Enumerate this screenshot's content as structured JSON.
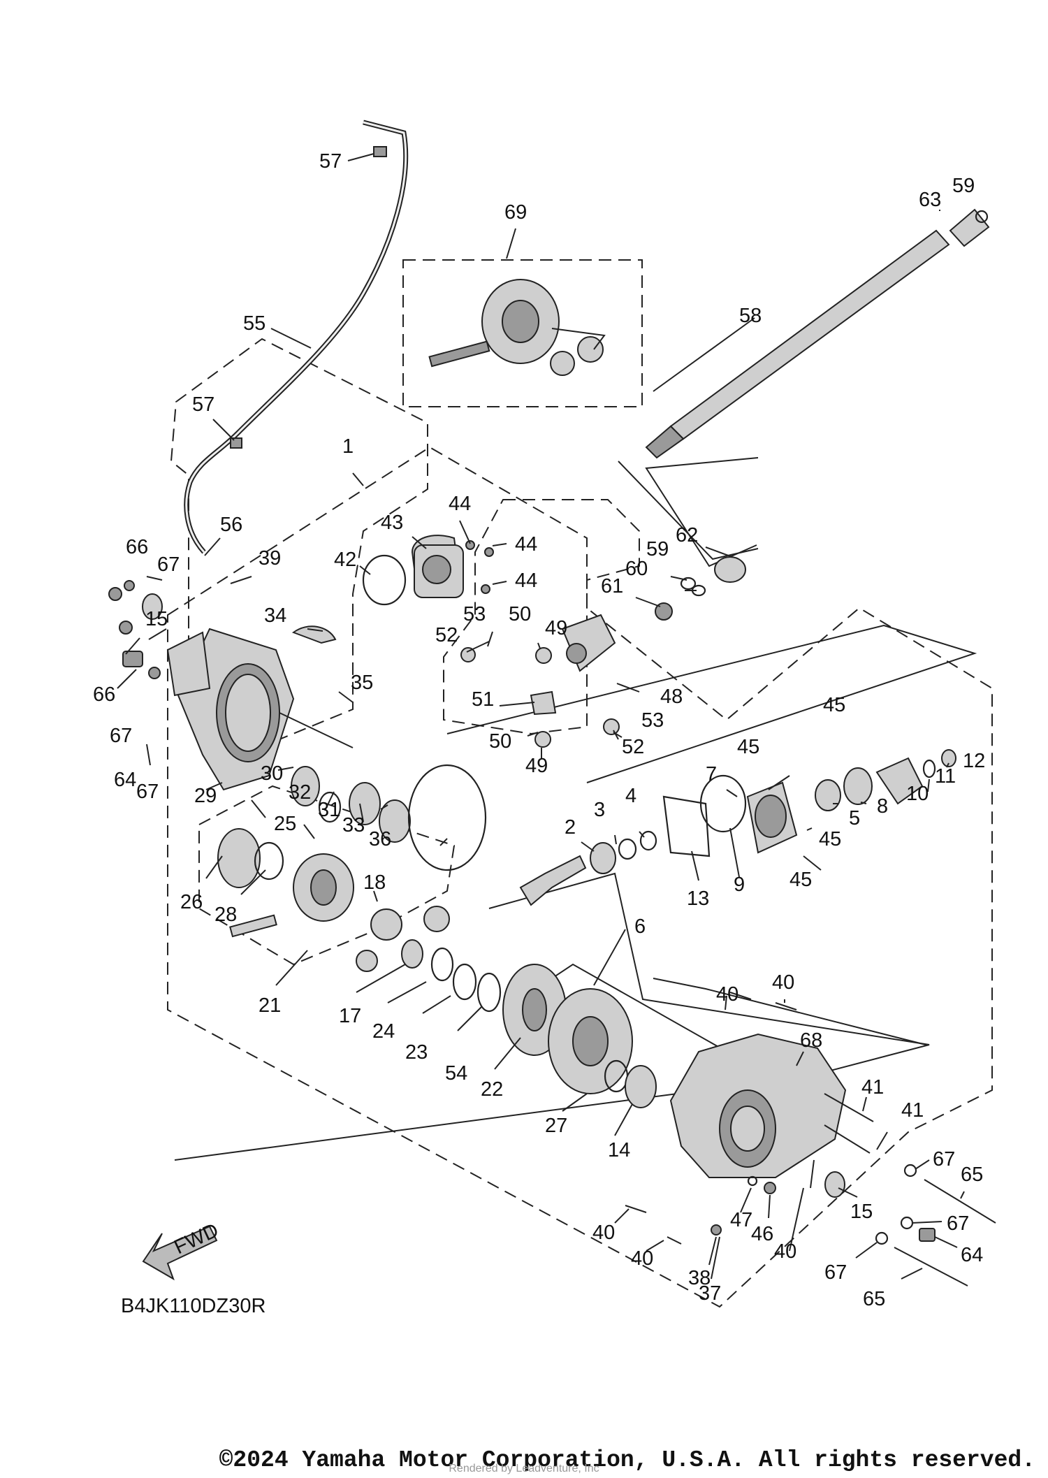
{
  "diagram": {
    "code": "B4JK110DZ30R",
    "fwd_label": "FWD",
    "callouts": [
      {
        "id": "c57a",
        "label": "57"
      },
      {
        "id": "c55",
        "label": "55"
      },
      {
        "id": "c57b",
        "label": "57"
      },
      {
        "id": "c56",
        "label": "56"
      },
      {
        "id": "c69",
        "label": "69"
      },
      {
        "id": "c63",
        "label": "63"
      },
      {
        "id": "c59a",
        "label": "59"
      },
      {
        "id": "c58",
        "label": "58"
      },
      {
        "id": "c1",
        "label": "1"
      },
      {
        "id": "c43",
        "label": "43"
      },
      {
        "id": "c44a",
        "label": "44"
      },
      {
        "id": "c44b",
        "label": "44"
      },
      {
        "id": "c44c",
        "label": "44"
      },
      {
        "id": "c42",
        "label": "42"
      },
      {
        "id": "c62",
        "label": "62"
      },
      {
        "id": "c59b",
        "label": "59"
      },
      {
        "id": "c60",
        "label": "60"
      },
      {
        "id": "c61",
        "label": "61"
      },
      {
        "id": "c66a",
        "label": "66"
      },
      {
        "id": "c67a",
        "label": "67"
      },
      {
        "id": "c39",
        "label": "39"
      },
      {
        "id": "c34",
        "label": "34"
      },
      {
        "id": "c15a",
        "label": "15"
      },
      {
        "id": "c52a",
        "label": "52"
      },
      {
        "id": "c53a",
        "label": "53"
      },
      {
        "id": "c50a",
        "label": "50"
      },
      {
        "id": "c49a",
        "label": "49"
      },
      {
        "id": "c66b",
        "label": "66"
      },
      {
        "id": "c67b",
        "label": "67"
      },
      {
        "id": "c35",
        "label": "35"
      },
      {
        "id": "c48",
        "label": "48"
      },
      {
        "id": "c51",
        "label": "51"
      },
      {
        "id": "c45a",
        "label": "45"
      },
      {
        "id": "c64a",
        "label": "64"
      },
      {
        "id": "c67c",
        "label": "67"
      },
      {
        "id": "c30",
        "label": "30"
      },
      {
        "id": "c32",
        "label": "32"
      },
      {
        "id": "c31",
        "label": "31"
      },
      {
        "id": "c33",
        "label": "33"
      },
      {
        "id": "c29",
        "label": "29"
      },
      {
        "id": "c50b",
        "label": "50"
      },
      {
        "id": "c49b",
        "label": "49"
      },
      {
        "id": "c52b",
        "label": "52"
      },
      {
        "id": "c53b",
        "label": "53"
      },
      {
        "id": "c45b",
        "label": "45"
      },
      {
        "id": "c12",
        "label": "12"
      },
      {
        "id": "c7",
        "label": "7"
      },
      {
        "id": "c11",
        "label": "11"
      },
      {
        "id": "c10",
        "label": "10"
      },
      {
        "id": "c8",
        "label": "8"
      },
      {
        "id": "c5",
        "label": "5"
      },
      {
        "id": "c45c",
        "label": "45"
      },
      {
        "id": "c45d",
        "label": "45"
      },
      {
        "id": "c3",
        "label": "3"
      },
      {
        "id": "c4",
        "label": "4"
      },
      {
        "id": "c2",
        "label": "2"
      },
      {
        "id": "c36",
        "label": "36"
      },
      {
        "id": "c25",
        "label": "25"
      },
      {
        "id": "c26",
        "label": "26"
      },
      {
        "id": "c28",
        "label": "28"
      },
      {
        "id": "c18",
        "label": "18"
      },
      {
        "id": "c13",
        "label": "13"
      },
      {
        "id": "c9",
        "label": "9"
      },
      {
        "id": "c6",
        "label": "6"
      },
      {
        "id": "c21",
        "label": "21"
      },
      {
        "id": "c17",
        "label": "17"
      },
      {
        "id": "c24",
        "label": "24"
      },
      {
        "id": "c23",
        "label": "23"
      },
      {
        "id": "c54",
        "label": "54"
      },
      {
        "id": "c22",
        "label": "22"
      },
      {
        "id": "c40a",
        "label": "40"
      },
      {
        "id": "c40b",
        "label": "40"
      },
      {
        "id": "c68",
        "label": "68"
      },
      {
        "id": "c41a",
        "label": "41"
      },
      {
        "id": "c27",
        "label": "27"
      },
      {
        "id": "c14",
        "label": "14"
      },
      {
        "id": "c41b",
        "label": "41"
      },
      {
        "id": "c67d",
        "label": "67"
      },
      {
        "id": "c65a",
        "label": "65"
      },
      {
        "id": "c40c",
        "label": "40"
      },
      {
        "id": "c47",
        "label": "47"
      },
      {
        "id": "c46",
        "label": "46"
      },
      {
        "id": "c15b",
        "label": "15"
      },
      {
        "id": "c67e",
        "label": "67"
      },
      {
        "id": "c40d",
        "label": "40"
      },
      {
        "id": "c40e",
        "label": "40"
      },
      {
        "id": "c64b",
        "label": "64"
      },
      {
        "id": "c38",
        "label": "38"
      },
      {
        "id": "c67f",
        "label": "67"
      },
      {
        "id": "c37",
        "label": "37"
      },
      {
        "id": "c65b",
        "label": "65"
      }
    ]
  },
  "footer": {
    "copyright": "©2024 Yamaha Motor Corporation, U.S.A. All rights reserved.",
    "watermark": "Rendered by Leadventure, Inc"
  }
}
